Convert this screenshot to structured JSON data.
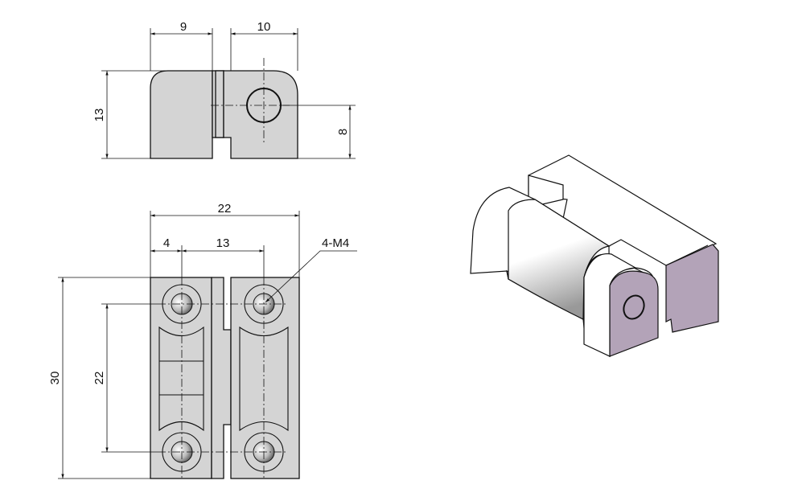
{
  "top_view": {
    "dims": {
      "left_width": "9",
      "right_width": "10",
      "height": "13",
      "hole_height": "8"
    }
  },
  "front_view": {
    "dims": {
      "total_width": "22",
      "hole_offset": "4",
      "hole_spacing_x": "13",
      "total_height": "30",
      "hole_spacing_y": "22",
      "thread_callout": "4-M4"
    }
  },
  "colors": {
    "part_fill": "#d4d4d4",
    "iso_face": "#b3a3b8"
  }
}
